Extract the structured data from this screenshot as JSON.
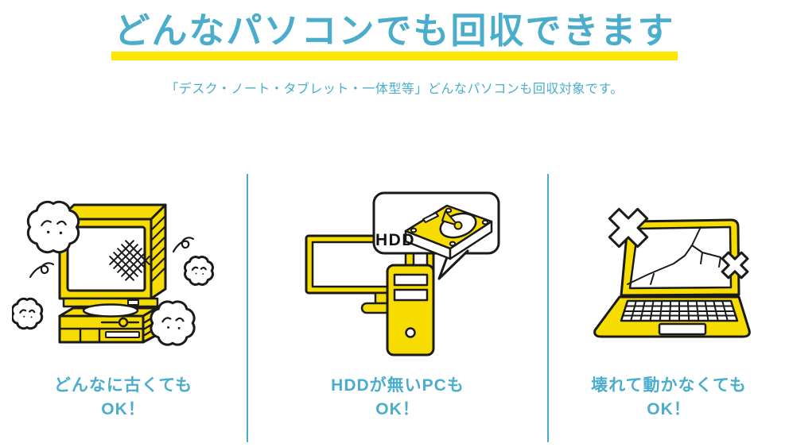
{
  "page": {
    "title": "どんなパソコンでも回収できます",
    "subtitle": "「デスク・ノート・タブレット・一体型等」どんなパソコンも回収対象です。"
  },
  "colors": {
    "accent_teal": "#4aadcb",
    "highlight_yellow": "#ffe600",
    "illustration_yellow": "#f6dc00",
    "outline_black": "#1a1a1a",
    "background": "#ffffff"
  },
  "columns": [
    {
      "illustration": "old-dusty-desktop-pc",
      "caption_line1": "どんなに古くても",
      "caption_line2": "OK！"
    },
    {
      "illustration": "pc-without-hdd",
      "bubble_label": "HDD",
      "caption_line1": "HDDが無いPCも",
      "caption_line2": "OK！"
    },
    {
      "illustration": "broken-laptop",
      "caption_line1": "壊れて動かなくても",
      "caption_line2": "OK！"
    }
  ]
}
